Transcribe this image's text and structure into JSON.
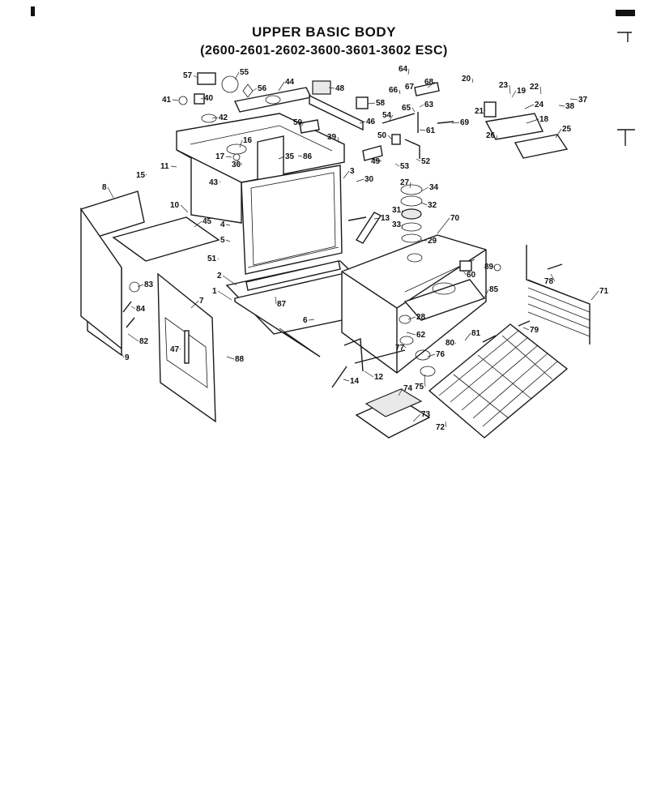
{
  "title": "UPPER BASIC BODY",
  "subtitle": "(2600-2601-2602-3600-3601-3602 ESC)",
  "part_labels": [
    "1",
    "2",
    "3",
    "4",
    "5",
    "6",
    "7",
    "8",
    "9",
    "10",
    "11",
    "12",
    "13",
    "14",
    "15",
    "16",
    "17",
    "18",
    "19",
    "20",
    "21",
    "22",
    "23",
    "24",
    "25",
    "26",
    "27",
    "28",
    "29",
    "30",
    "31",
    "32",
    "33",
    "34",
    "35",
    "36",
    "37",
    "38",
    "39",
    "40",
    "41",
    "42",
    "43",
    "44",
    "45",
    "46",
    "47",
    "48",
    "49",
    "50",
    "51",
    "52",
    "53",
    "54",
    "55",
    "56",
    "57",
    "58",
    "59",
    "60",
    "61",
    "62",
    "63",
    "64",
    "65",
    "66",
    "67",
    "68",
    "69",
    "70",
    "71",
    "72",
    "73",
    "74",
    "75",
    "76",
    "77",
    "78",
    "79",
    "80",
    "81",
    "82",
    "83",
    "84",
    "85",
    "86",
    "87",
    "88",
    "89"
  ]
}
